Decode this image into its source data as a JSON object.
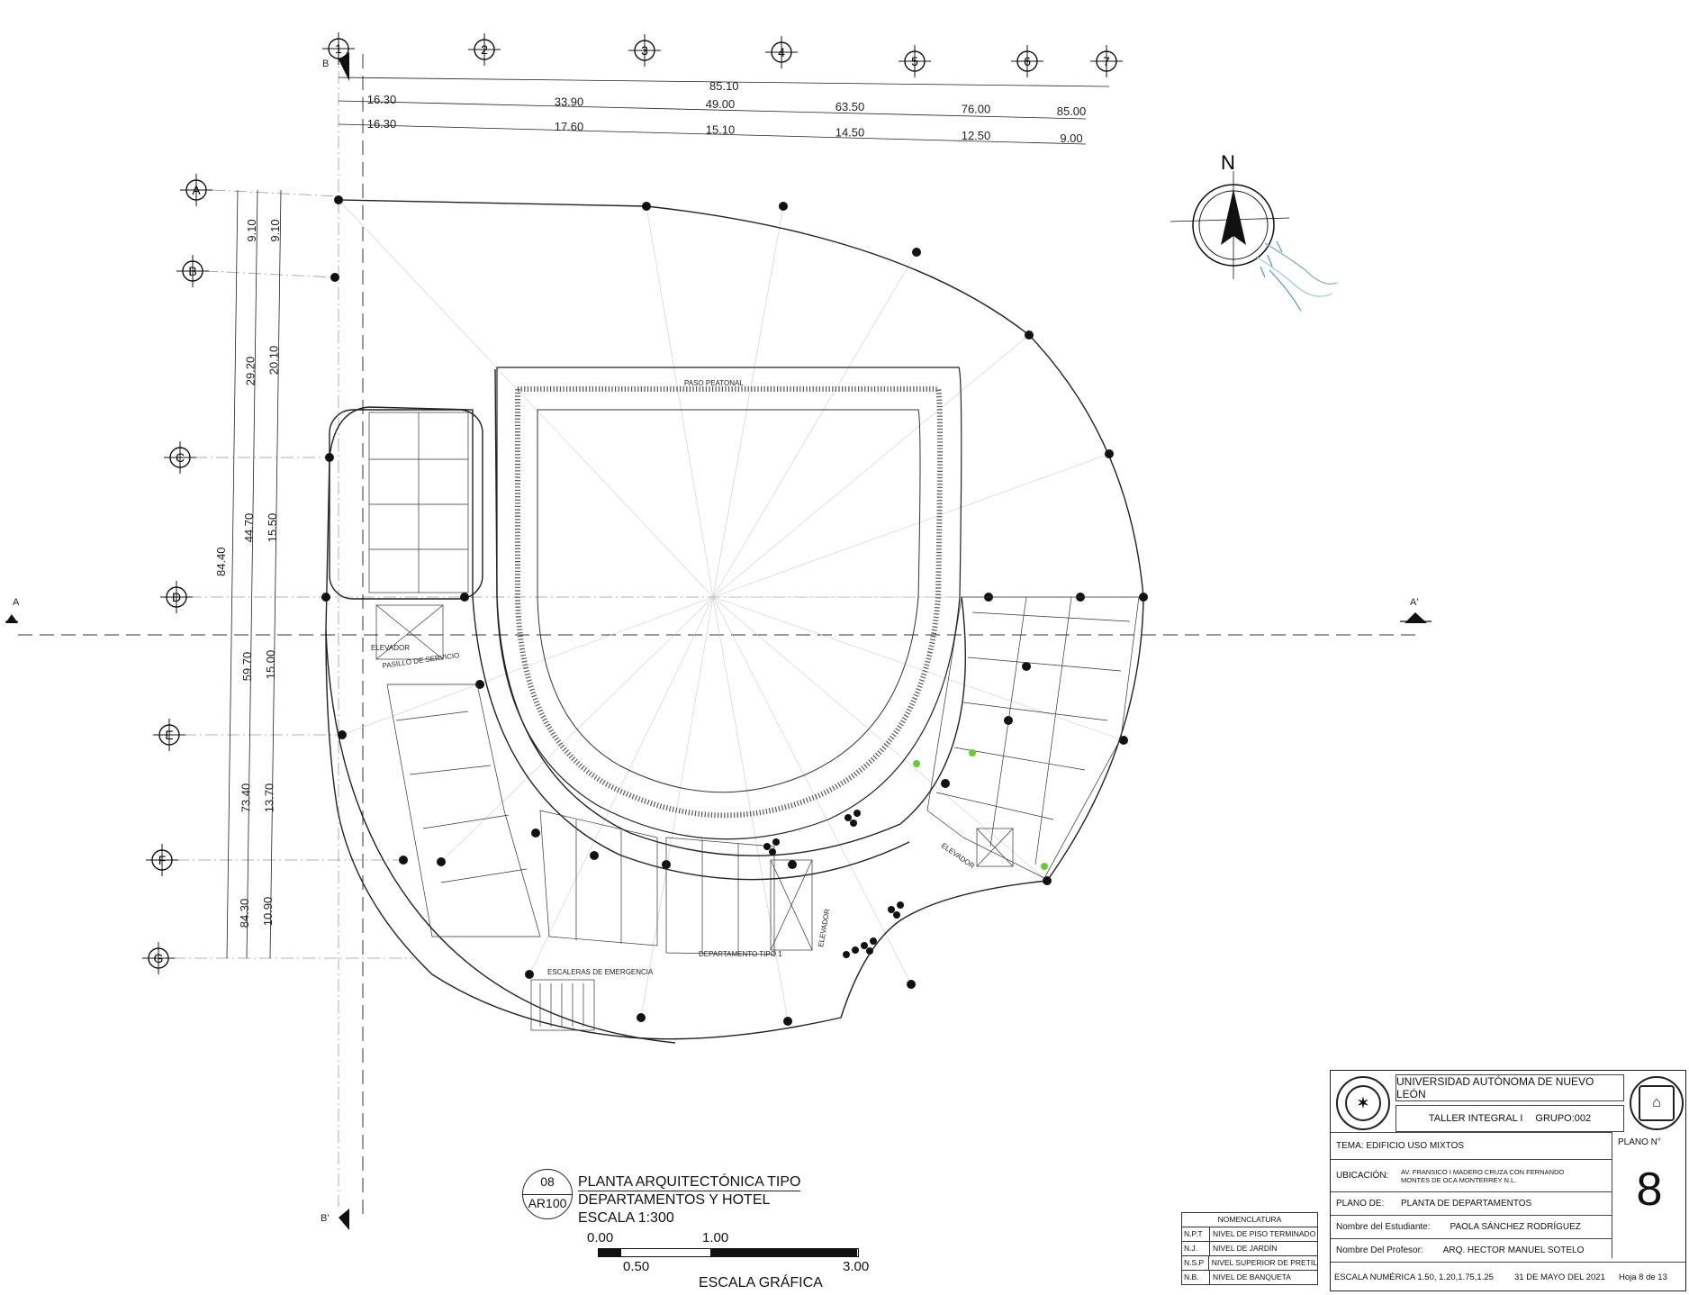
{
  "grid": {
    "columns": [
      "1",
      "2",
      "3",
      "4",
      "5",
      "6",
      "7"
    ],
    "rows": [
      "A",
      "B",
      "C",
      "D",
      "E",
      "F",
      "G"
    ],
    "top_total": "85.10",
    "top_cumulative": [
      "16.30",
      "33.90",
      "49.00",
      "63.50",
      "76.00",
      "85.00"
    ],
    "top_partial": [
      "16.30",
      "17.60",
      "15.10",
      "14.50",
      "12.50",
      "9.00"
    ],
    "left_outer": "84.40",
    "left_mid": [
      "9.10",
      "29.20",
      "44.70",
      "59.70",
      "73.40",
      "84.30"
    ],
    "left_inner": [
      "9.10",
      "20.10",
      "15.50",
      "15.00",
      "13.70",
      "10.90"
    ]
  },
  "section_marks": {
    "a_left": "A",
    "a_right": "A'",
    "b_top": "B",
    "b_bottom": "B'"
  },
  "north_label": "N",
  "labels": {
    "paso_peatonal": "PASO PEATONAL",
    "elevador_left": "ELEVADOR",
    "pasillo_servicio": "PASILLO DE SERVICIO",
    "escaleras": "ESCALERAS DE EMERGENCIA",
    "departamento_tipo": "DEPARTAMENTO TIPO 1",
    "elevador_mid": "ELEVADOR",
    "elevador_right": "ELEVADOR"
  },
  "drawing_title": {
    "number": "08",
    "sheet_ref": "AR100",
    "line1": "PLANTA ARQUITECTÓNICA TIPO",
    "line2": "DEPARTAMENTOS Y HOTEL",
    "scale": "ESCALA 1:300"
  },
  "graphic_scale": {
    "ticks_top": [
      "0.00",
      "1.00"
    ],
    "ticks_bottom": [
      "0.50",
      "3.00"
    ],
    "label": "ESCALA GRÁFICA"
  },
  "nomenclatura": {
    "header": "NOMENCLATURA",
    "items": [
      {
        "key": "N.P.T",
        "value": "NIVEL DE PISO TERMINADO"
      },
      {
        "key": "N.J.",
        "value": "NIVEL DE JARDÍN"
      },
      {
        "key": "N.S.P",
        "value": "NIVEL SUPERIOR DE PRETIL"
      },
      {
        "key": "N.B.",
        "value": "NIVEL DE BANQUETA"
      }
    ]
  },
  "title_block": {
    "university": "UNIVERSIDAD AUTÓNOMA DE NUEVO LEÓN",
    "taller": "TALLER INTEGRAL I",
    "grupo": "GRUPO:002",
    "tema": "TEMA: EDIFICIO USO MIXTOS",
    "ubicacion_key": "UBICACIÓN:",
    "ubicacion_line1": "AV. FRANSICO I MADERO  CRUZA CON FERNANDO",
    "ubicacion_line2": "MONTES DE OCA  MONTERREY N.L.",
    "plano_de_key": "PLANO DE:",
    "plano_de_val": "PLANTA DE DEPARTAMENTOS",
    "estudiante_key": "Nombre del Estudiante:",
    "estudiante_val": "PAOLA SÁNCHEZ RODRÍGUEZ",
    "profesor_key": "Nombre Del Profesor:",
    "profesor_val": "ARQ. HECTOR MANUEL SOTELO",
    "plano_label": "PLANO N°",
    "plano_num": "8",
    "escala": "ESCALA NUMÉRICA 1.50, 1.20,1.75,1.25",
    "fecha": "31 DE MAYO DEL 2021",
    "hoja": "Hoja  8   de 13"
  }
}
